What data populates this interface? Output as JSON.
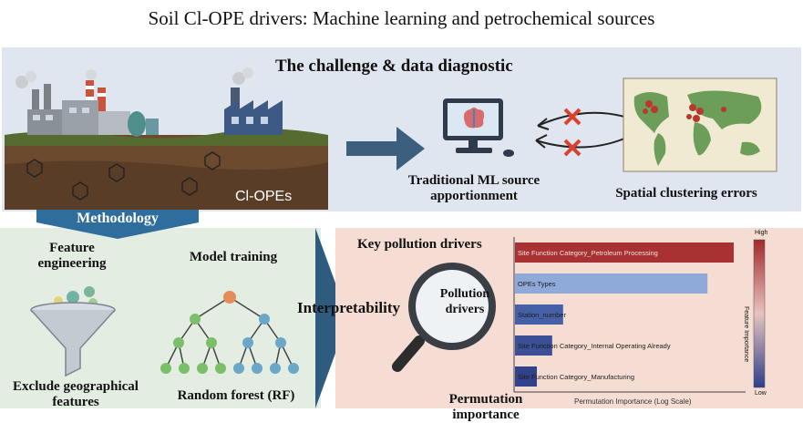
{
  "title": "Soil Cl-OPE drivers: Machine learning and petrochemical sources",
  "challenge": {
    "heading": "The challenge & data diagnostic",
    "soil_label": "Cl-OPEs",
    "ml_label": "Traditional ML source apportionment",
    "spatial_label": "Spatial clustering errors"
  },
  "methodology": {
    "banner": "Methodology",
    "feature_label": "Feature engineering",
    "exclude_label": "Exclude geographical features",
    "model_label": "Model training",
    "rf_label": "Random forest (RF)"
  },
  "interpretability": {
    "label": "Interpretability",
    "drivers_heading": "Key pollution drivers",
    "magnifier_text": "Pollution drivers",
    "perm_label": "Permutation importance",
    "axis_label": "Permutation Importance (Log Scale)",
    "colorbar_label": "Feature Importance",
    "colorbar_high": "High",
    "colorbar_low": "Low"
  },
  "chart_data": {
    "type": "bar",
    "orientation": "horizontal",
    "categories": [
      "Site Function Category_Petroleum Processing",
      "OPEs Types",
      "Station_number",
      "Site Function Category_Internal Operating Already",
      "Site Function Category_Manufacturing"
    ],
    "values": [
      1.0,
      0.88,
      0.22,
      0.17,
      0.1
    ],
    "colors": [
      "#a83232",
      "#8fa9d8",
      "#4660a8",
      "#3a4f96",
      "#30428a"
    ],
    "xlabel": "Permutation Importance (Log Scale)"
  }
}
